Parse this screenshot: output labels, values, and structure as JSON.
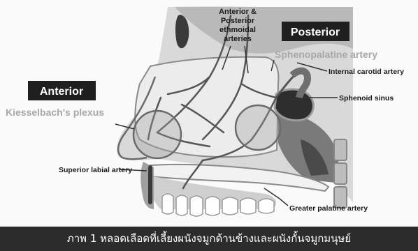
{
  "labels": {
    "ethmoidal_1": "Anterior &",
    "ethmoidal_2": "Posterior",
    "ethmoidal_3": "ethmoidal",
    "ethmoidal_4": "arteries",
    "posterior_box": "Posterior",
    "anterior_box": "Anterior",
    "sphenopalatine": "Sphenopalatine artery",
    "internal_carotid": "Internal carotid artery",
    "sphenoid_sinus": "Sphenoid sinus",
    "kiesselbach": "Kiesselbach's plexus",
    "superior_labial": "Superior labial artery",
    "greater_palatine": "Greater palatine artery"
  },
  "caption": "ภาพ 1 หลอดเลือดที่เลี้ยงผนังจมูกด้านข้างและผนังกั้นจมูกมนุษย์",
  "colors": {
    "label_box": "#1f1f1f",
    "faded_label": "#a8a8a8",
    "bone": "#9a9a9a",
    "mucosa": "#e8e8e8",
    "artery": "#555555"
  }
}
